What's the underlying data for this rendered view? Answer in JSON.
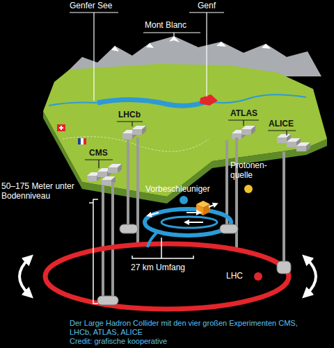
{
  "diagram": {
    "caption": "Der Large Hadron Collider mit den vier großen Experimenten CMS, LHCb, ATLAS, ALICE",
    "labels": [
      "Genfer See",
      "Genf",
      "Mont Blanc",
      "LHCb",
      "ATLAS",
      "ALICE",
      "CMS",
      "50–175 Meter unter Bodenniveau",
      "Vorbeschleuniger",
      "Protonen- quelle",
      "27 km Umfang",
      "LHC",
      "Credit: grafische kooperative"
    ]
  }
}
